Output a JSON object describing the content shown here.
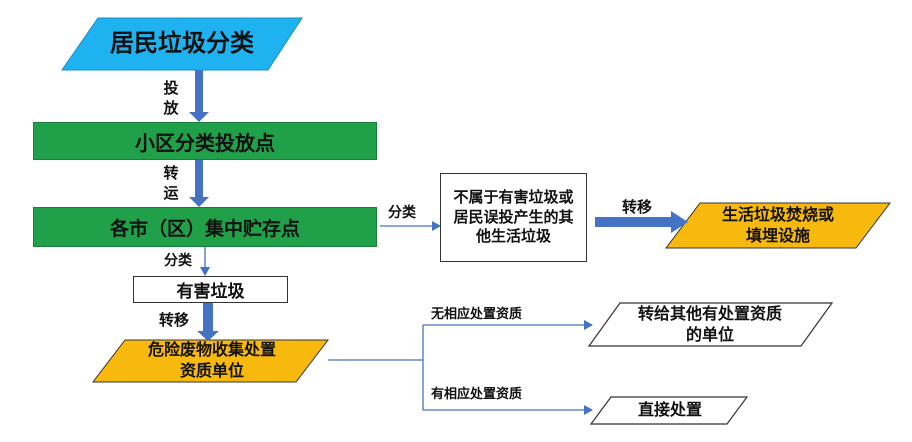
{
  "colors": {
    "cyan": "#1fb2f0",
    "green": "#21a04a",
    "yellow": "#f8b90e",
    "arrow_blue": "#4472c4"
  },
  "nodes": {
    "residential_sorting": "居民垃圾分类",
    "community_drop_point": "小区分类投放点",
    "city_storage_point": "各市（区）集中贮存点",
    "other_waste": "不属于有害垃圾或居民误投产生的其他生活垃圾",
    "incineration_landfill": "生活垃圾焚烧或填埋设施",
    "hazardous_waste": "有害垃圾",
    "hazardous_collection_unit": "危险废物收集处置资质单位",
    "transfer_other_unit": "转给其他有处置资质的单位",
    "direct_disposal": "直接处置"
  },
  "edges": {
    "drop": "投放",
    "transport": "转运",
    "sort_right": "分类",
    "transfer_right": "转移",
    "sort_down": "分类",
    "transfer_down": "转移",
    "no_qualification": "无相应处置资质",
    "has_qualification": "有相应处置资质"
  }
}
